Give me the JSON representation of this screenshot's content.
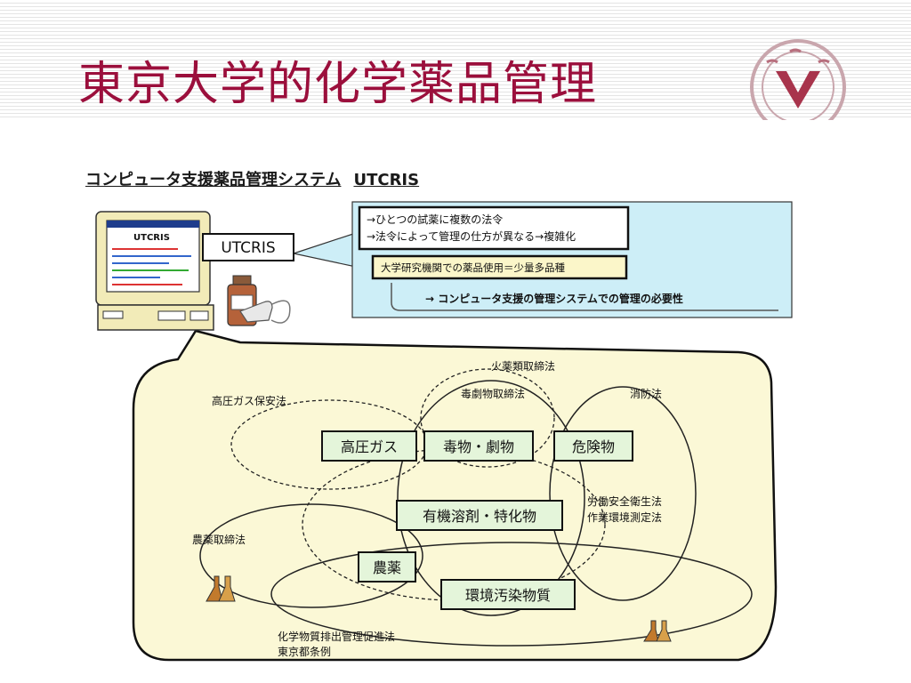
{
  "title": "東京大学的化学薬品管理",
  "heading": {
    "text": "コンピュータ支援薬品管理システム",
    "system": "UTCRIS"
  },
  "computer": {
    "label": "UTCRIS",
    "screen_logo": "UTCRIS"
  },
  "notes": {
    "line1": "→ひとつの試薬に複数の法令",
    "line2": "→法令によって管理の仕方が異なる→複雑化",
    "usage": "大学研究機関での薬品使用＝少量多品種",
    "conclusion": "→ コンピュータ支援の管理システムでの管理の必要性"
  },
  "laws": {
    "kayaku": "火薬類取締法",
    "dokugeki": "毒劇物取締法",
    "shobo": "消防法",
    "koatsu": "高圧ガス保安法",
    "rodo1": "労働安全衛生法",
    "rodo2": "作業環境測定法",
    "noyaku": "農薬取締法",
    "prtr1": "化学物質排出管理促進法",
    "prtr2": "東京都条例"
  },
  "categories": {
    "koatsu_gas": "高圧ガス",
    "dokugeki": "毒物・劇物",
    "kiken": "危険物",
    "yuki": "有機溶剤・特化物",
    "noyaku": "農薬",
    "kankyo": "環境汚染物質"
  },
  "colors": {
    "title": "#9b0f3c",
    "cloud_fill": "#fbf8d6",
    "notes_fill": "#cdeef7",
    "box_fill": "#e4f5da",
    "box_border": "#2a7a3a",
    "monitor_body": "#f2ebb8"
  }
}
